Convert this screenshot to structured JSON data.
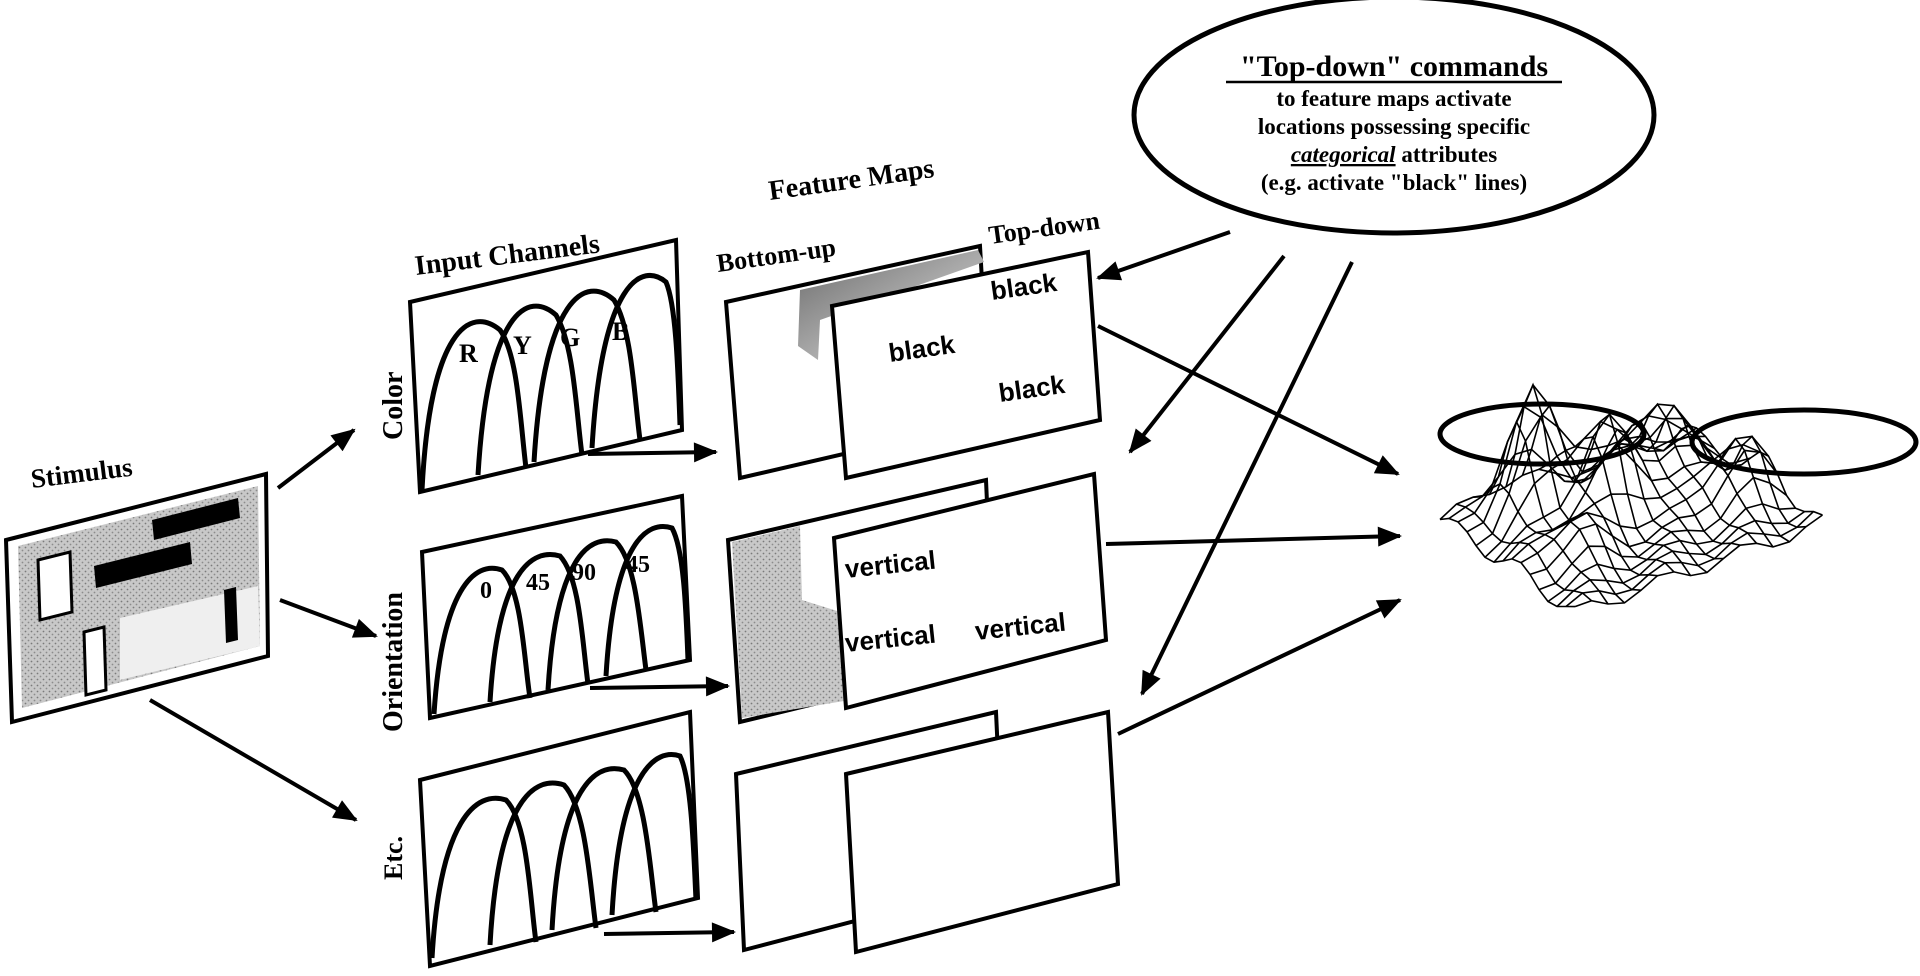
{
  "stimulus": {
    "label": "Stimulus"
  },
  "input_channels": {
    "title": "Input Channels",
    "rows": [
      {
        "label": "Color",
        "curve_labels": [
          "R",
          "Y",
          "G",
          "B"
        ]
      },
      {
        "label": "Orientation",
        "curve_labels": [
          "0",
          "45",
          "90",
          "45"
        ]
      },
      {
        "label": "Etc.",
        "curve_labels": []
      }
    ]
  },
  "feature_maps": {
    "title": "Feature Maps",
    "bottom_up_label": "Bottom-up",
    "top_down_label": "Top-down",
    "rows": [
      {
        "words": [
          "black",
          "black",
          "black"
        ]
      },
      {
        "words": [
          "vertical",
          "vertical",
          "vertical"
        ]
      },
      {
        "words": []
      }
    ]
  },
  "callout": {
    "heading": "\"Top-down\" commands",
    "line1": "to feature maps activate",
    "line2": "locations possessing specific",
    "line3_emph": "categorical",
    "line3_rest": " attributes",
    "line4": "(e.g. activate \"black\" lines)"
  }
}
